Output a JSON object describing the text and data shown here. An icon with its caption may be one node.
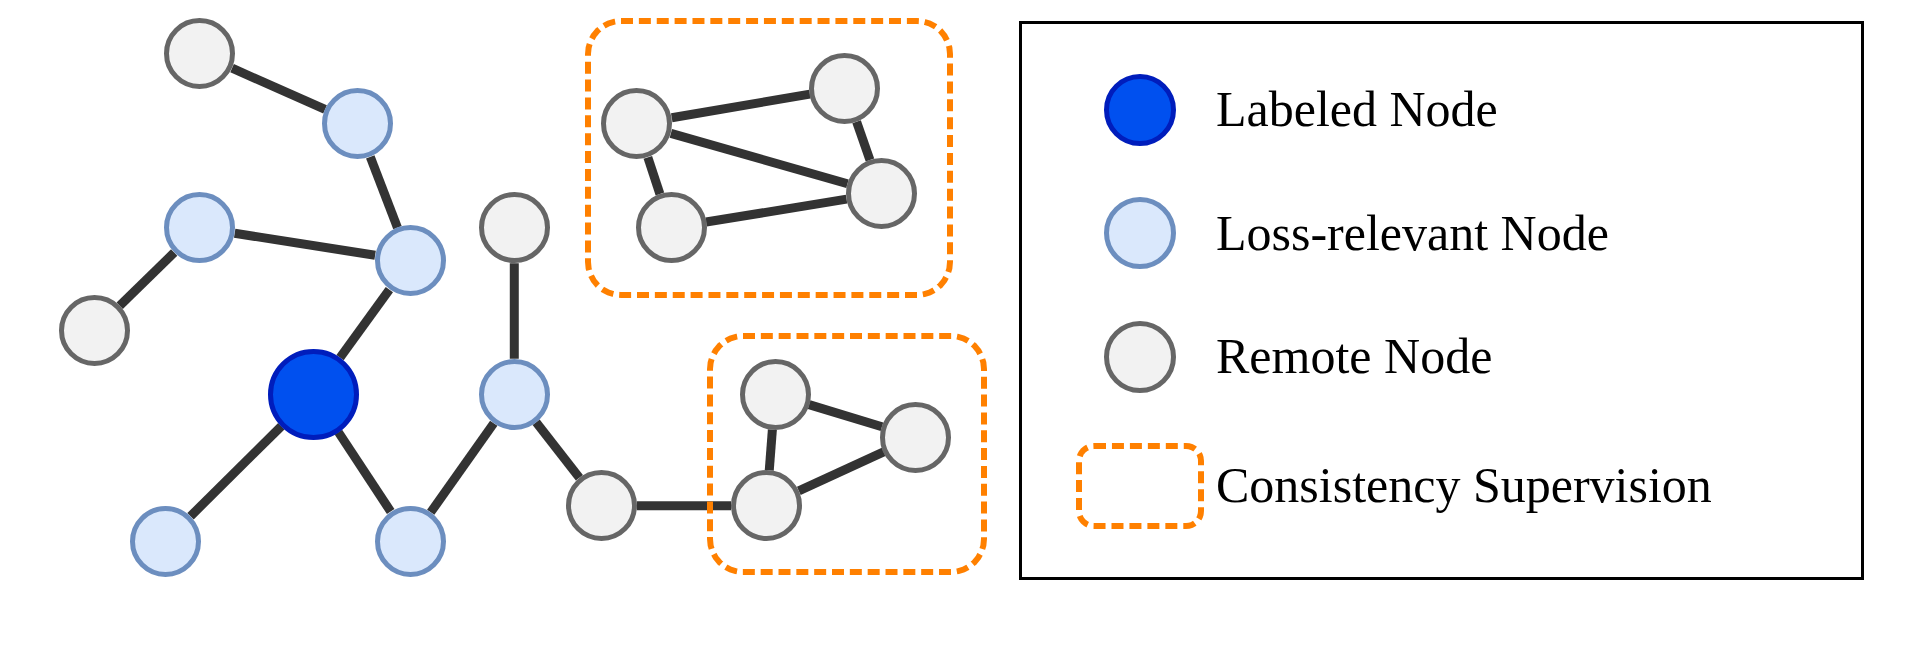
{
  "diagram": {
    "nodes": [
      {
        "text": [],
        "shape": "circle"
      },
      {
        "text": [],
        "shape": "circle"
      },
      {
        "text": [],
        "shape": "circle"
      },
      {
        "text": [],
        "shape": "circle"
      },
      {
        "text": [],
        "shape": "circle"
      },
      {
        "text": [],
        "shape": "circle"
      },
      {
        "text": [],
        "shape": "circle"
      },
      {
        "text": [],
        "shape": "circle"
      },
      {
        "text": [],
        "shape": "circle"
      },
      {
        "text": [],
        "shape": "circle"
      },
      {
        "text": [],
        "shape": "circle"
      },
      {
        "text": [],
        "shape": "box"
      },
      {
        "text": [],
        "shape": "circle",
        "in": 11
      },
      {
        "text": [],
        "shape": "circle",
        "in": 11
      },
      {
        "text": [],
        "shape": "circle",
        "in": 11
      },
      {
        "text": [],
        "shape": "circle",
        "in": 11
      },
      {
        "text": [],
        "shape": "box"
      },
      {
        "text": [],
        "shape": "circle",
        "in": 16
      },
      {
        "text": [],
        "shape": "circle",
        "in": 16
      },
      {
        "text": [],
        "shape": "circle",
        "in": 16
      }
    ],
    "edges": [
      {
        "from": 0,
        "to": 1,
        "arrow": "none"
      },
      {
        "from": 1,
        "to": 3,
        "arrow": "none"
      },
      {
        "from": 2,
        "to": 3,
        "arrow": "none"
      },
      {
        "from": 2,
        "to": 4,
        "arrow": "none"
      },
      {
        "from": 3,
        "to": 5,
        "arrow": "none"
      },
      {
        "from": 5,
        "to": 8,
        "arrow": "none"
      },
      {
        "from": 5,
        "to": 9,
        "arrow": "none"
      },
      {
        "from": 6,
        "to": 7,
        "arrow": "none"
      },
      {
        "from": 7,
        "to": 9,
        "arrow": "none"
      },
      {
        "from": 7,
        "to": 10,
        "arrow": "none"
      },
      {
        "from": 10,
        "to": 19,
        "arrow": "none"
      },
      {
        "from": 12,
        "to": 13,
        "arrow": "none"
      },
      {
        "from": 12,
        "to": 14,
        "arrow": "none"
      },
      {
        "from": 12,
        "to": 15,
        "arrow": "none"
      },
      {
        "from": 13,
        "to": 14,
        "arrow": "none"
      },
      {
        "from": 15,
        "to": 14,
        "arrow": "none"
      },
      {
        "from": 17,
        "to": 19,
        "arrow": "none"
      },
      {
        "from": 17,
        "to": 18,
        "arrow": "none"
      },
      {
        "from": 18,
        "to": 19,
        "arrow": "none"
      }
    ],
    "legend": [
      {
        "text": "Labeled Node",
        "color": "#0050ef"
      },
      {
        "text": "Loss-relevant Node",
        "color": "#dae8fc"
      },
      {
        "text": "Remote Node",
        "color": "#f2f2f2"
      },
      {
        "text": "Consistency Supervision"
      }
    ]
  }
}
